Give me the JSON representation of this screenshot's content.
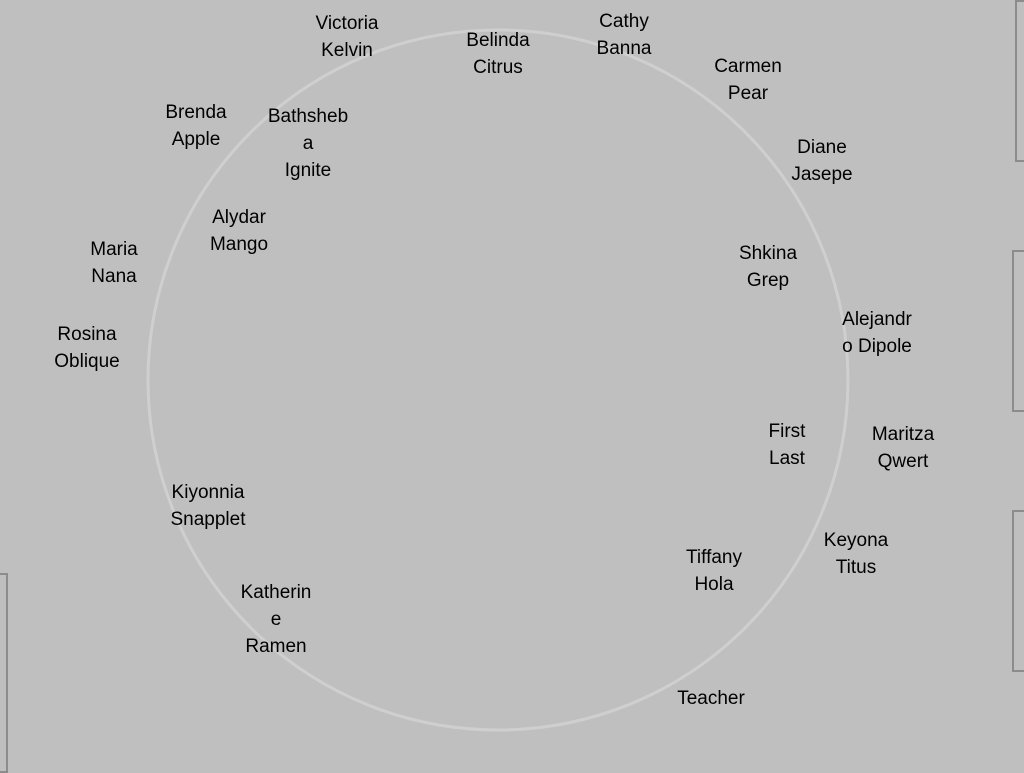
{
  "colors": {
    "background": "#bfbfbf",
    "circle_stroke": "#cfcfcf",
    "desk_stroke": "#8c8c8c",
    "text": "#000000"
  },
  "seats": [
    {
      "id": "victoria-kelvin",
      "lines": [
        "Victoria",
        "Kelvin"
      ]
    },
    {
      "id": "belinda-citrus",
      "lines": [
        "Belinda",
        "Citrus"
      ]
    },
    {
      "id": "cathy-banna",
      "lines": [
        "Cathy",
        "Banna"
      ]
    },
    {
      "id": "carmen-pear",
      "lines": [
        "Carmen",
        "Pear"
      ]
    },
    {
      "id": "brenda-apple",
      "lines": [
        "Brenda",
        "Apple"
      ]
    },
    {
      "id": "bathsheba-ignite",
      "lines": [
        "Bathsheb",
        "a",
        "Ignite"
      ]
    },
    {
      "id": "diane-jasepe",
      "lines": [
        "Diane",
        "Jasepe"
      ]
    },
    {
      "id": "alydar-mango",
      "lines": [
        "Alydar",
        "Mango"
      ]
    },
    {
      "id": "maria-nana",
      "lines": [
        "Maria",
        "Nana"
      ]
    },
    {
      "id": "shkina-grep",
      "lines": [
        "Shkina",
        "Grep"
      ]
    },
    {
      "id": "alejandro-dipole",
      "lines": [
        "Alejandr",
        "o Dipole"
      ]
    },
    {
      "id": "rosina-oblique",
      "lines": [
        "Rosina",
        "Oblique"
      ]
    },
    {
      "id": "first-last",
      "lines": [
        "First",
        "Last"
      ]
    },
    {
      "id": "maritza-qwert",
      "lines": [
        "Maritza",
        "Qwert"
      ]
    },
    {
      "id": "kiyonnia-snapplet",
      "lines": [
        "Kiyonnia",
        "Snapplet"
      ]
    },
    {
      "id": "keyona-titus",
      "lines": [
        "Keyona",
        "Titus"
      ]
    },
    {
      "id": "tiffany-hola",
      "lines": [
        "Tiffany",
        "Hola"
      ]
    },
    {
      "id": "katherine-ramen",
      "lines": [
        "Katherin",
        "e",
        "Ramen"
      ]
    },
    {
      "id": "teacher",
      "lines": [
        "Teacher"
      ]
    }
  ]
}
